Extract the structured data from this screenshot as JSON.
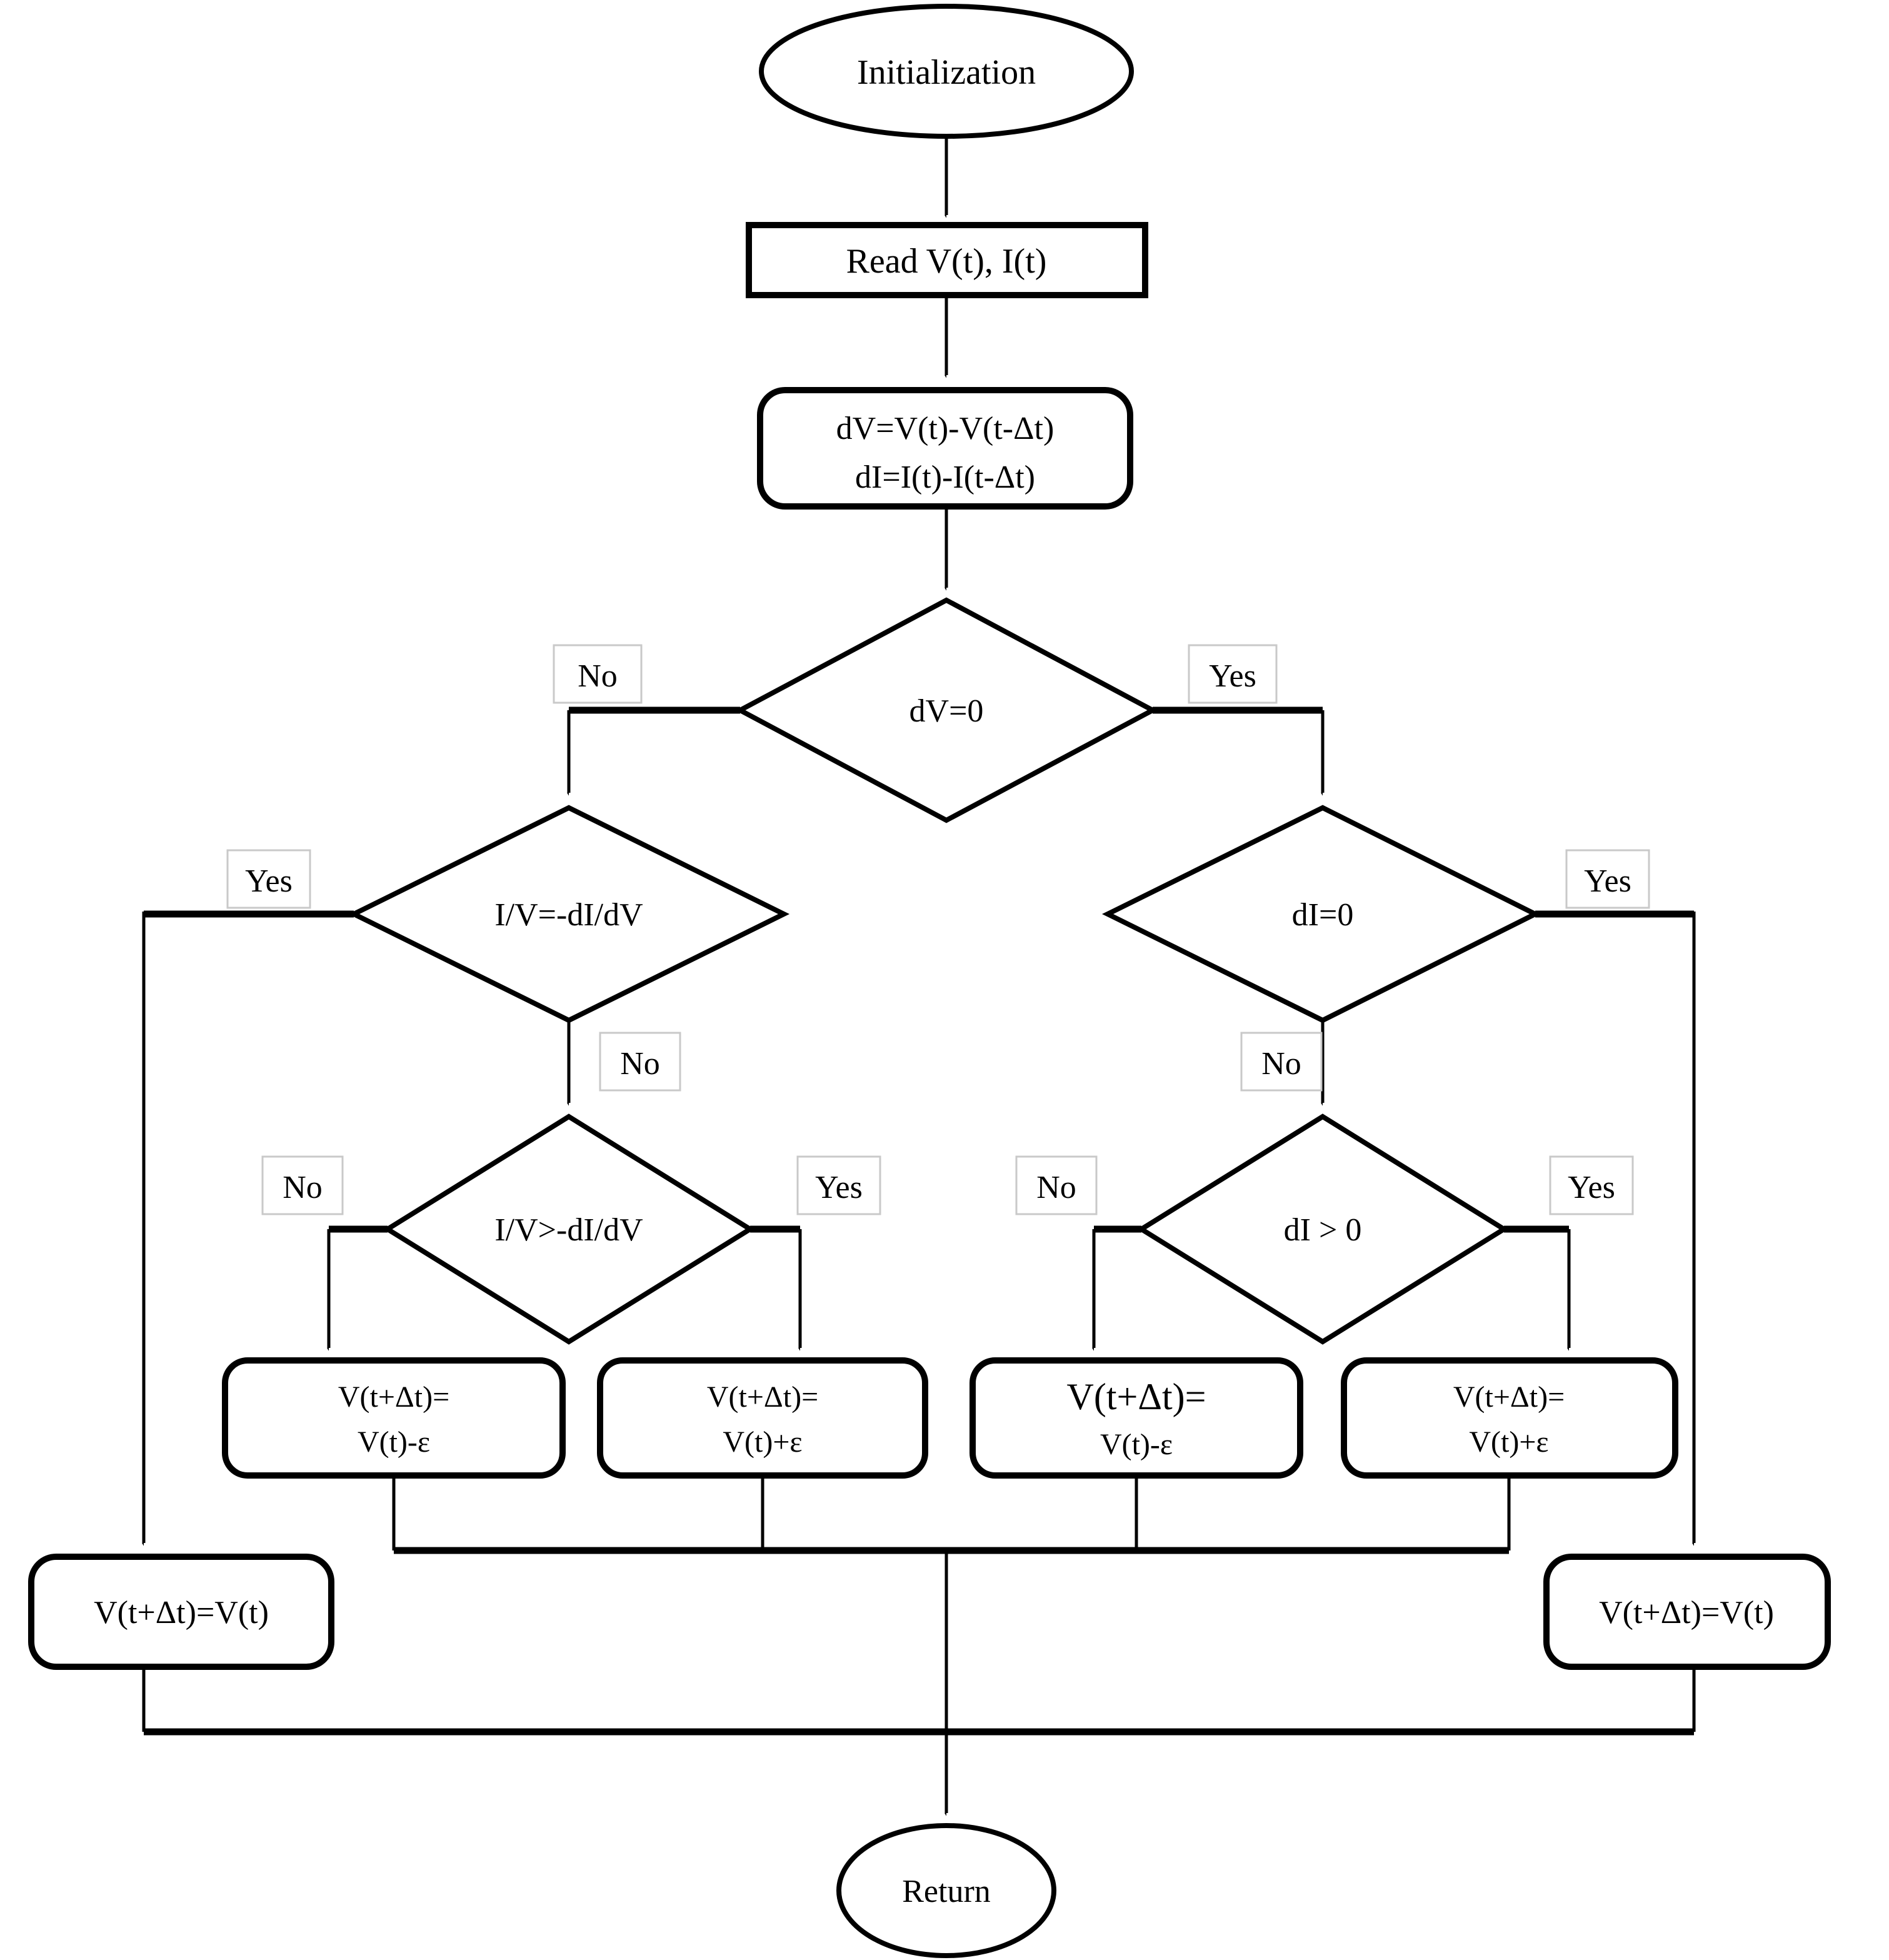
{
  "nodes": {
    "init": {
      "label": "Initialization"
    },
    "read": {
      "label": "Read V(t), I(t)"
    },
    "calc": {
      "line1": "dV=V(t)-V(t-Δt)",
      "line2": "dI=I(t)-I(t-Δt)"
    },
    "d_dv0": {
      "label": "dV=0"
    },
    "d_iv_eq": {
      "label": "I/V=-dI/dV"
    },
    "d_di0": {
      "label": "dI=0"
    },
    "d_iv_gt": {
      "label": "I/V>-dI/dV"
    },
    "d_di_gt": {
      "label": "dI > 0"
    },
    "dec_left": {
      "line1": "V(t+Δt)=",
      "line2": "V(t)-ε"
    },
    "inc_left": {
      "line1": "V(t+Δt)=",
      "line2": "V(t)+ε"
    },
    "dec_right": {
      "line1": "V(t+Δt)=",
      "line2": "V(t)-ε"
    },
    "inc_right": {
      "line1": "V(t+Δt)=",
      "line2": "V(t)+ε"
    },
    "hold_left": {
      "label": "V(t+Δt)=V(t)"
    },
    "hold_right": {
      "label": "V(t+Δt)=V(t)"
    },
    "return": {
      "label": "Return"
    }
  },
  "edge_labels": {
    "dv0_no": "No",
    "dv0_yes": "Yes",
    "iveq_yes": "Yes",
    "iveq_no": "No",
    "di0_no": "No",
    "di0_yes": "Yes",
    "ivgt_no": "No",
    "ivgt_yes": "Yes",
    "digt_no": "No",
    "digt_yes": "Yes"
  },
  "colors": {
    "stroke": "#000000",
    "background": "#ffffff",
    "label_box_border": "#c9c9c9"
  }
}
